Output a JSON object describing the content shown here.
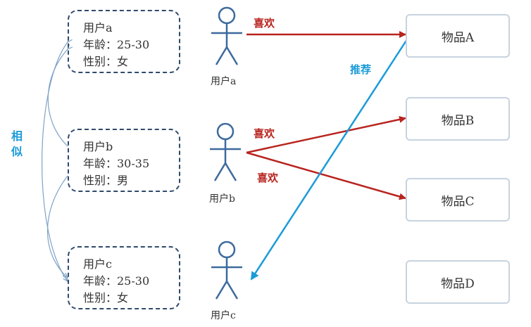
{
  "users": [
    {
      "id": "a",
      "name_line": "用户a",
      "age_line": "年龄：25-30",
      "gender_line": "性别：女",
      "caption": "用户a"
    },
    {
      "id": "b",
      "name_line": "用户b",
      "age_line": "年龄：30-35",
      "gender_line": "性别：男",
      "caption": "用户b"
    },
    {
      "id": "c",
      "name_line": "用户c",
      "age_line": "年龄：25-30",
      "gender_line": "性别：女",
      "caption": "用户c"
    }
  ],
  "items": [
    {
      "id": "A",
      "label": "物品A"
    },
    {
      "id": "B",
      "label": "物品B"
    },
    {
      "id": "C",
      "label": "物品C"
    },
    {
      "id": "D",
      "label": "物品D"
    }
  ],
  "edges": {
    "like_a_A": "喜欢",
    "like_b_B": "喜欢",
    "like_b_C": "喜欢",
    "recommend": "推荐",
    "similar": "相似"
  },
  "colors": {
    "like": "#b8241f",
    "recommend": "#1b9bd8",
    "similar": "#7fa3c9",
    "profile_border": "#2f4a6d",
    "figure": "#3d6a9e"
  }
}
